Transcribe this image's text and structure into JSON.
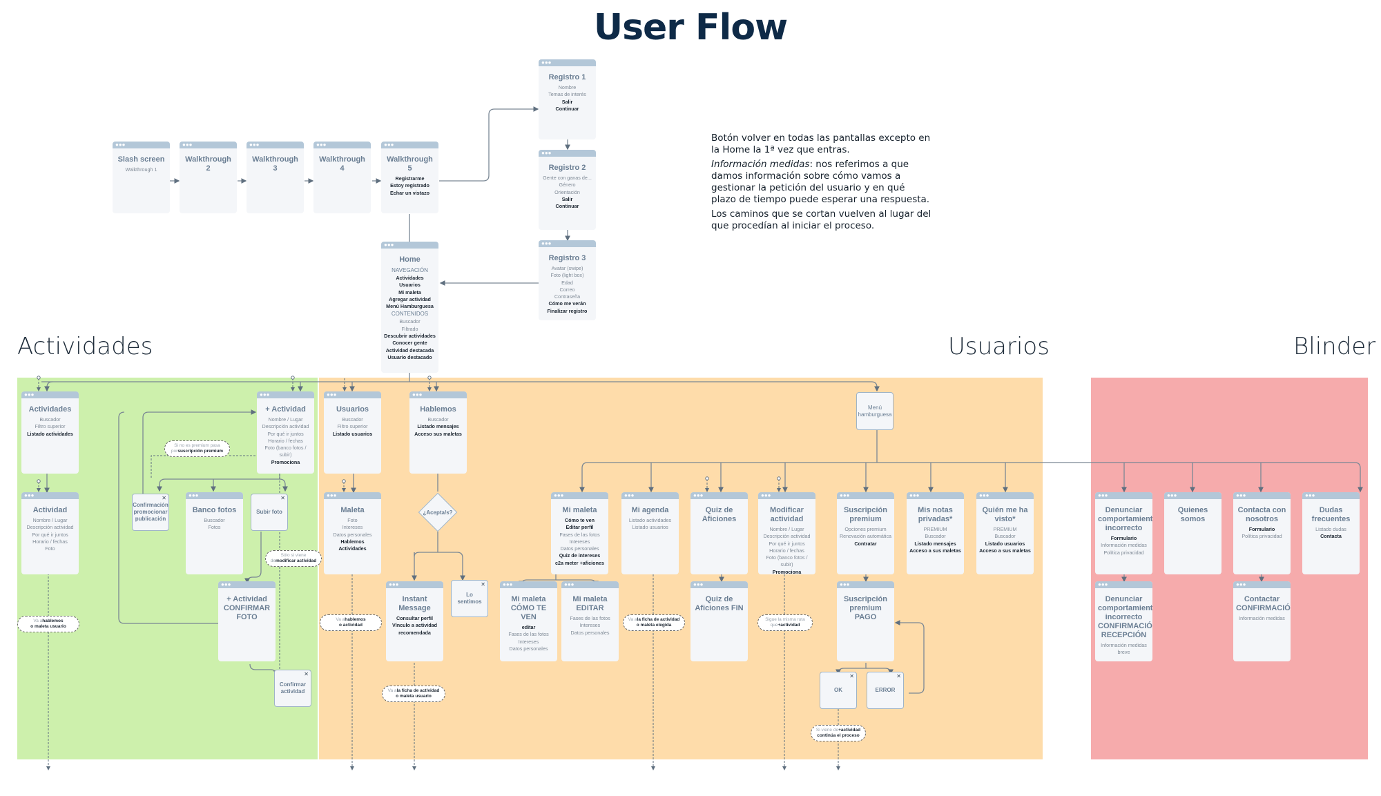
{
  "title": "User Flow",
  "regions": {
    "actividades": "Actividades",
    "usuarios": "Usuarios",
    "blinder": "Blinder"
  },
  "colors": {
    "title": "#0e2a47",
    "actividades_bg": "#cdf0ac",
    "usuarios_bg": "#fedcaa",
    "blinder_bg": "#f6abac",
    "card_bg": "#f4f6f9",
    "card_header": "#b3c7d8",
    "card_title": "#6a7e93"
  },
  "note": {
    "p1": "Botón volver en todas las pantallas excepto en la Home la 1ª vez que entras.",
    "p2_em": "Información medidas",
    "p2_rest": ": nos referimos a que damos información sobre cómo vamos a gestionar la petición del usuario y en qué plazo de tiempo puede esperar una respuesta.",
    "p3": "Los caminos que se cortan vuelven al lugar del que procedían al iniciar el proceso."
  },
  "cards": {
    "slash": {
      "title": "Slash screen",
      "lines": [
        {
          "t": "Walkthrough 1"
        }
      ]
    },
    "w2": {
      "title": "Walkthrough 2",
      "lines": []
    },
    "w3": {
      "title": "Walkthrough 3",
      "lines": []
    },
    "w4": {
      "title": "Walkthrough 4",
      "lines": []
    },
    "w5": {
      "title": "Walkthrough 5",
      "lines": [
        {
          "t": "Registrarme",
          "b": true
        },
        {
          "t": "Estoy registrado",
          "b": true
        },
        {
          "t": "Echar un vistazo",
          "b": true
        }
      ]
    },
    "reg1": {
      "title": "Registro 1",
      "lines": [
        {
          "t": "Nombre"
        },
        {
          "t": "Temas de interés"
        },
        {
          "t": "Salir",
          "b": true
        },
        {
          "t": "Continuar",
          "b": true
        }
      ]
    },
    "reg2": {
      "title": "Registro 2",
      "lines": [
        {
          "t": "Gente con ganas de..."
        },
        {
          "t": "Género"
        },
        {
          "t": "Orientación"
        },
        {
          "t": "Salir",
          "b": true
        },
        {
          "t": "Continuar",
          "b": true
        }
      ]
    },
    "reg3": {
      "title": "Registro 3",
      "lines": [
        {
          "t": "Avatar (swipe)"
        },
        {
          "t": "Foto (light box)"
        },
        {
          "t": "Edad"
        },
        {
          "t": "Correo"
        },
        {
          "t": "Contraseña"
        },
        {
          "t": "Cómo me verán",
          "b": true
        },
        {
          "t": "Finalizar registro",
          "b": true
        }
      ]
    },
    "home": {
      "title": "Home",
      "lines": [
        {
          "t": "NAVEGACIÓN",
          "h": true
        },
        {
          "t": "Actividades",
          "b": true
        },
        {
          "t": "Usuarios",
          "b": true
        },
        {
          "t": "Mi maleta",
          "b": true
        },
        {
          "t": "Agregar actividad",
          "b": true
        },
        {
          "t": "Menú Hamburguesa",
          "b": true
        },
        {
          "t": "CONTENIDOS",
          "h": true
        },
        {
          "t": "Buscador"
        },
        {
          "t": "Filtrado"
        },
        {
          "t": "Descubrir actividades",
          "b": true
        },
        {
          "t": "Conocer gente",
          "b": true
        },
        {
          "t": "Actividad destacada",
          "b": true
        },
        {
          "t": "Usuario destacado",
          "b": true
        }
      ]
    },
    "actividades": {
      "title": "Actividades",
      "lines": [
        {
          "t": "Buscador"
        },
        {
          "t": "Filtro superior"
        },
        {
          "t": "Listado actividades",
          "b": true
        }
      ]
    },
    "actividad": {
      "title": "Actividad",
      "lines": [
        {
          "t": "Nombre / Lugar"
        },
        {
          "t": "Descripción actividad"
        },
        {
          "t": "Por qué ir juntos"
        },
        {
          "t": "Horario / fechas"
        },
        {
          "t": "Foto"
        }
      ]
    },
    "mas_actividad": {
      "title": "+ Actividad",
      "lines": [
        {
          "t": "Nombre / Lugar"
        },
        {
          "t": "Descripción actividad"
        },
        {
          "t": "Por qué ir juntos"
        },
        {
          "t": "Horario / fechas"
        },
        {
          "t": "Foto (banco fotos /"
        },
        {
          "t": "subir)"
        },
        {
          "t": "Promociona",
          "b": true
        }
      ]
    },
    "banco_fotos": {
      "title": "Banco fotos",
      "lines": [
        {
          "t": "Buscador"
        },
        {
          "t": "Fotos"
        }
      ]
    },
    "confirmar_foto": {
      "title": "+ Actividad CONFIRMAR FOTO",
      "lines": []
    },
    "usuarios": {
      "title": "Usuarios",
      "lines": [
        {
          "t": "Buscador"
        },
        {
          "t": "Filtro superior"
        },
        {
          "t": "Listado usuarios",
          "b": true
        }
      ]
    },
    "hablemos": {
      "title": "Hablemos",
      "lines": [
        {
          "t": "Buscador"
        },
        {
          "t": "Listado mensajes",
          "b": true
        },
        {
          "t": "Acceso sus maletas",
          "b": true
        }
      ]
    },
    "maleta": {
      "title": "Maleta",
      "lines": [
        {
          "t": "Foto"
        },
        {
          "t": "Intereses"
        },
        {
          "t": "Datos personales"
        },
        {
          "t": "Hablemos",
          "b": true
        },
        {
          "t": "Actividades",
          "b": true
        }
      ]
    },
    "instant": {
      "title": "Instant Message",
      "lines": [
        {
          "t": "Consultar perfil",
          "b": true
        },
        {
          "t": "Vínculo a actividad",
          "b": true
        },
        {
          "t": "recomendada",
          "b": true
        }
      ]
    },
    "mi_maleta": {
      "title": "Mi maleta",
      "lines": [
        {
          "t": "Cómo te ven",
          "b": true
        },
        {
          "t": "Editar perfil",
          "b": true
        },
        {
          "t": "Fases de las fotos"
        },
        {
          "t": "Intereses"
        },
        {
          "t": "Datos personales"
        },
        {
          "t": "Quiz de intereses",
          "b": true
        },
        {
          "t": "c2a meter +aficiones",
          "b": true
        }
      ]
    },
    "mi_maleta_ven": {
      "title": "Mi maleta CÓMO TE VEN",
      "lines": [
        {
          "t": "editar",
          "b": true
        },
        {
          "t": "Fases de las fotos"
        },
        {
          "t": "Intereses"
        },
        {
          "t": "Datos personales"
        }
      ]
    },
    "mi_maleta_editar": {
      "title": "Mi maleta EDITAR",
      "lines": [
        {
          "t": "Fases de las fotos"
        },
        {
          "t": "Intereses"
        },
        {
          "t": "Datos personales"
        }
      ]
    },
    "mi_agenda": {
      "title": "Mi agenda",
      "lines": [
        {
          "t": "Listado actividades"
        },
        {
          "t": "Listado usuarios"
        }
      ]
    },
    "quiz": {
      "title": "Quiz de Aficiones",
      "lines": []
    },
    "quiz_fin": {
      "title": "Quiz de Aficiones FIN",
      "lines": []
    },
    "modificar": {
      "title": "Modificar actividad",
      "lines": [
        {
          "t": "Nombre / Lugar"
        },
        {
          "t": "Descripción actividad"
        },
        {
          "t": "Por qué ir juntos"
        },
        {
          "t": "Horario / fechas"
        },
        {
          "t": "Foto (banco fotos /"
        },
        {
          "t": "subir)"
        },
        {
          "t": "Promociona",
          "b": true
        }
      ]
    },
    "suscripcion": {
      "title": "Suscripción premium",
      "lines": [
        {
          "t": "Opciones premium"
        },
        {
          "t": "Renovación automática"
        },
        {
          "t": "Contratar",
          "b": true
        }
      ]
    },
    "suscripcion_pago": {
      "title": "Suscripción premium PAGO",
      "lines": []
    },
    "notas": {
      "title": "Mis notas privadas*",
      "lines": [
        {
          "t": "PREMIUM"
        },
        {
          "t": "Buscador"
        },
        {
          "t": "Listado mensajes",
          "b": true
        },
        {
          "t": "Acceso a sus maletas",
          "b": true
        }
      ]
    },
    "quien": {
      "title": "Quién me ha visto*",
      "lines": [
        {
          "t": "PREMIUM"
        },
        {
          "t": "Buscador"
        },
        {
          "t": "Listado usuarios",
          "b": true
        },
        {
          "t": "Acceso a sus maletas",
          "b": true
        }
      ]
    },
    "denunciar": {
      "title": "Denunciar comportamiento incorrecto",
      "lines": [
        {
          "t": "Formulario",
          "b": true
        },
        {
          "t": "Información medidas"
        },
        {
          "t": "Política privacidad"
        }
      ]
    },
    "denunciar_conf": {
      "title": "Denunciar comportamiento incorrecto CONFIRMACIÓN RECEPCIÓN",
      "lines": [
        {
          "t": "Información medidas"
        },
        {
          "t": "breve"
        }
      ]
    },
    "quienes": {
      "title": "Quienes somos",
      "lines": []
    },
    "contacta": {
      "title": "Contacta con nosotros",
      "lines": [
        {
          "t": "Formulario",
          "b": true
        },
        {
          "t": "Política privacidad"
        }
      ]
    },
    "contactar_conf": {
      "title": "Contactar CONFIRMACIÓN",
      "lines": [
        {
          "t": "Información medidas"
        }
      ]
    },
    "dudas": {
      "title": "Dudas frecuentes",
      "lines": [
        {
          "t": "Listado dudas"
        },
        {
          "t": "Contacta",
          "b": true
        }
      ]
    }
  },
  "modals": {
    "confirm_promo": "Confirmación promocionar publicación",
    "subir_foto": "Subir foto",
    "confirmar_actividad": "Confirmar actividad",
    "lo_sentimos": "Lo sentimos",
    "menu_hamburguesa": "Menú hamburguesa",
    "ok": "OK",
    "error": "ERROR"
  },
  "decision": {
    "acepta": "¿Acepta/s?"
  },
  "pills": {
    "premium": {
      "pre": "Si no es premium pasa por",
      "bold": "suscripción premium"
    },
    "modificar": {
      "pre": "Sólo si viene de",
      "bold": "modificar actividad"
    },
    "hablemos_maleta": {
      "pre": "Va a",
      "bold": "hablemos",
      "post": "o maleta usuario"
    },
    "hablemos_actividad": {
      "pre": "Va a",
      "bold": "hablemos",
      "post": "o actividad"
    },
    "ficha_usuario": {
      "pre": "Va a",
      "bold": "la ficha de actividad",
      "post": "o maleta usuario"
    },
    "ficha_elegida": {
      "pre": "Va a",
      "bold": "la ficha de actividad",
      "post": "o maleta elegida"
    },
    "misma_ruta": {
      "pre": "Sigue la misma ruta que",
      "bold": "+actividad"
    },
    "continua": {
      "pre": "Si viene de",
      "bold": "+actividad",
      "post": "continúa el proceso"
    }
  }
}
